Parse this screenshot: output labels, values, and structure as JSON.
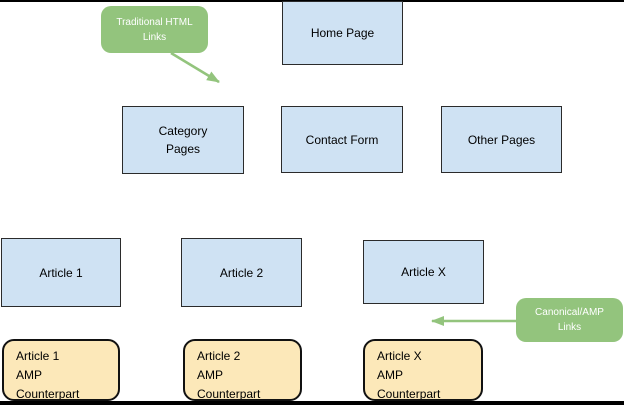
{
  "diagram": {
    "nodes": {
      "home": {
        "lines": [
          "Home Page"
        ]
      },
      "category": {
        "lines": [
          "Category",
          "Pages"
        ]
      },
      "contact": {
        "lines": [
          "Contact Form"
        ]
      },
      "other": {
        "lines": [
          "Other Pages"
        ]
      },
      "article1": {
        "lines": [
          "Article 1"
        ]
      },
      "article2": {
        "lines": [
          "Article 2"
        ]
      },
      "articleX": {
        "lines": [
          "Article X"
        ]
      },
      "article1Amp": {
        "lines": [
          "Article 1",
          "AMP",
          "Counterpart"
        ]
      },
      "article2Amp": {
        "lines": [
          "Article 2",
          "AMP",
          "Counterpart"
        ]
      },
      "articleXAmp": {
        "lines": [
          "Article X",
          "AMP",
          "Counterpart"
        ]
      }
    },
    "callouts": {
      "traditional": {
        "lines": [
          "Traditional HTML",
          "Links"
        ]
      },
      "canonical": {
        "lines": [
          "Canonical/AMP",
          "Links"
        ]
      }
    }
  },
  "colors": {
    "page_bg": "#ffffff",
    "node_fill": "#cfe2f3",
    "node_border": "#2b2b2b",
    "amp_fill": "#fce8b9",
    "amp_border": "#111111",
    "callout_fill": "#93c47d",
    "callout_text": "#ffffff",
    "arrow": "#93c47d",
    "text": "#000000",
    "edge_bar": "#000000"
  }
}
